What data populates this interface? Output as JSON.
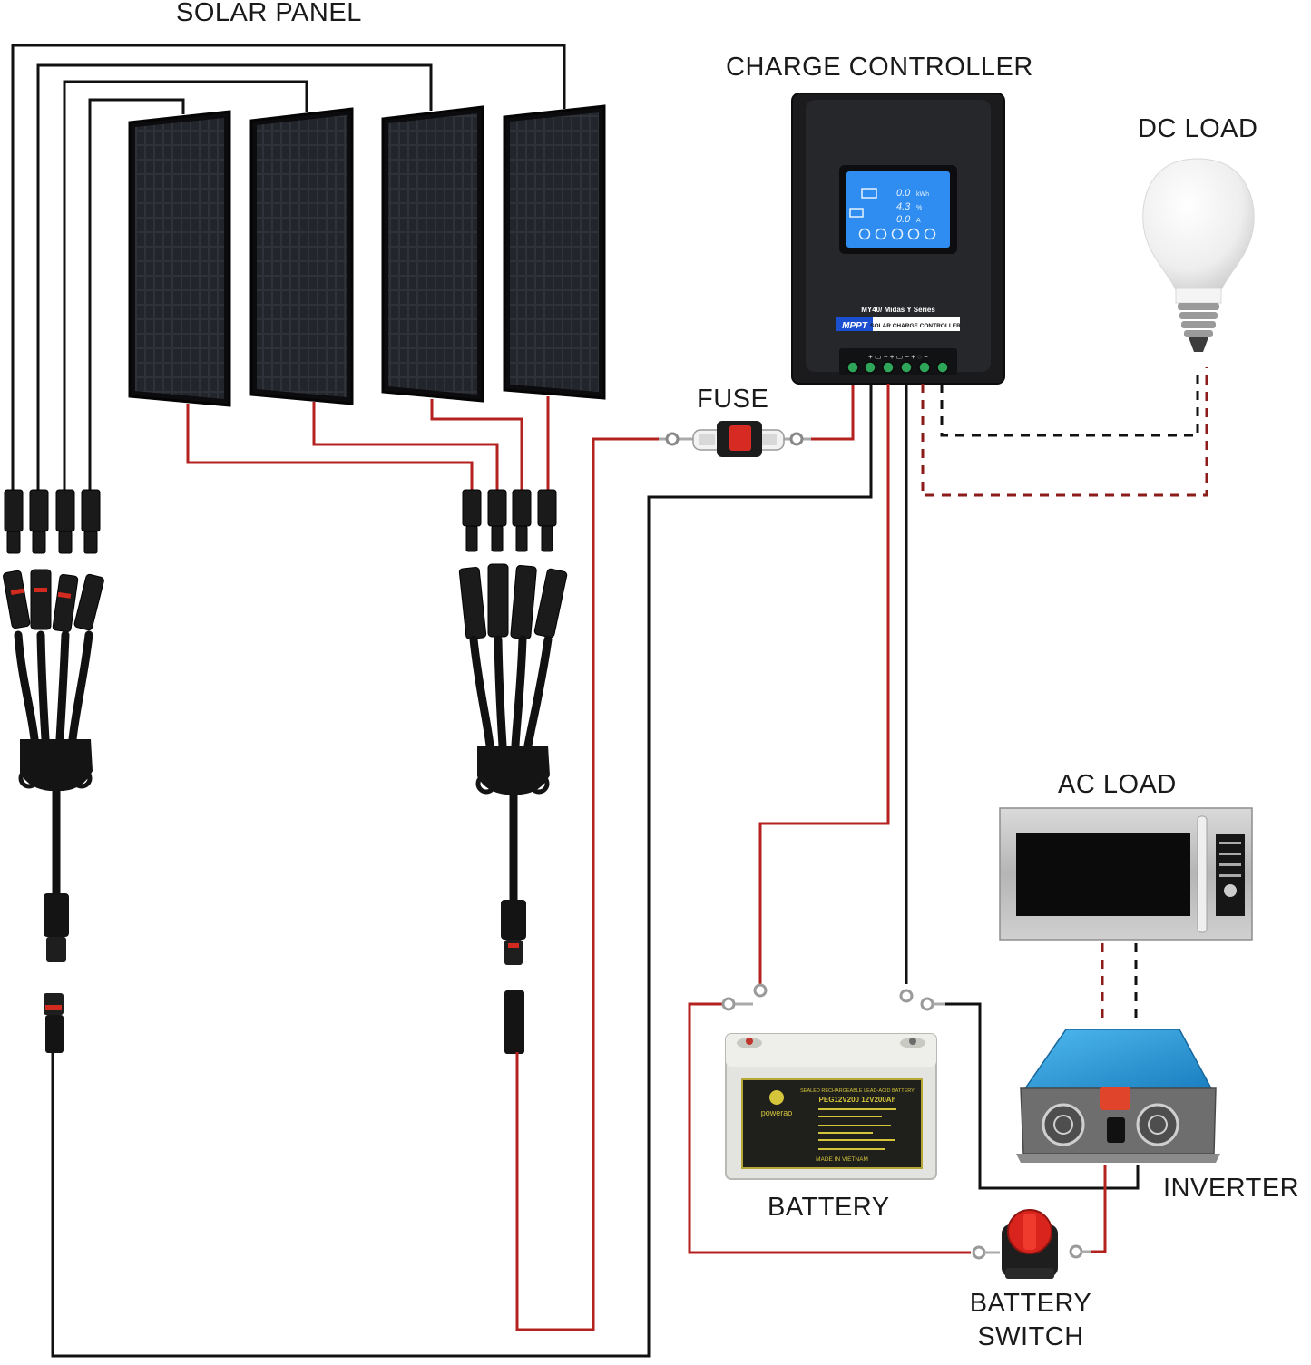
{
  "labels": {
    "solar_panel": "SOLAR PANEL",
    "charge_controller": "CHARGE CONTROLLER",
    "dc_load": "DC LOAD",
    "fuse": "FUSE",
    "ac_load": "AC LOAD",
    "inverter": "INVERTER",
    "battery": "BATTERY",
    "battery_switch_line1": "BATTERY",
    "battery_switch_line2": "SWITCH"
  },
  "controller": {
    "model": "MY40/ Midas Y Series",
    "badge": "MPPT",
    "subtitle": "SOLAR CHARGE CONTROLLER",
    "lcd_line1": "0.0",
    "lcd_line1_unit": "kWh",
    "lcd_line2": "4.3",
    "lcd_line2_unit": "%",
    "lcd_line3": "0.0",
    "lcd_line3_unit": "A",
    "terminal_marks": "+ ▭ −   + ▭ −   + ◌ −"
  },
  "battery": {
    "brand": "powerao",
    "model": "PEG12V200 12V200Ah",
    "title": "SEALED RECHARGEABLE LEAD-ACID BATTERY",
    "origin": "MADE IN VIETNAM"
  },
  "colors": {
    "positive_wire": "#b3221f",
    "negative_wire": "#111111",
    "inverter_body": "#2a9ad8",
    "label_text": "#1a1a1a"
  }
}
